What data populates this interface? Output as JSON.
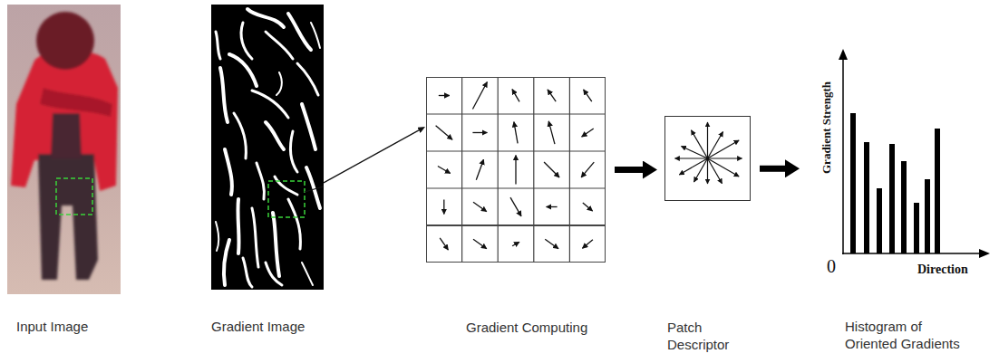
{
  "diagram": {
    "nodes": [
      {
        "text": [
          "Input Image"
        ]
      },
      {
        "text": [
          "Gradient Image"
        ]
      },
      {
        "text": [
          "Gradient Computing"
        ]
      },
      {
        "text": [
          "Patch Descriptor"
        ]
      },
      {
        "text": [
          "Histogram of Oriented Gradients"
        ]
      }
    ],
    "edges": [
      {
        "from": 1,
        "to": 2,
        "arrow": "to"
      },
      {
        "from": 2,
        "to": 3,
        "arrow": "to"
      },
      {
        "from": 3,
        "to": 4,
        "arrow": "to"
      }
    ],
    "labels": [
      "Gradient Strength",
      "0",
      "Direction"
    ]
  }
}
